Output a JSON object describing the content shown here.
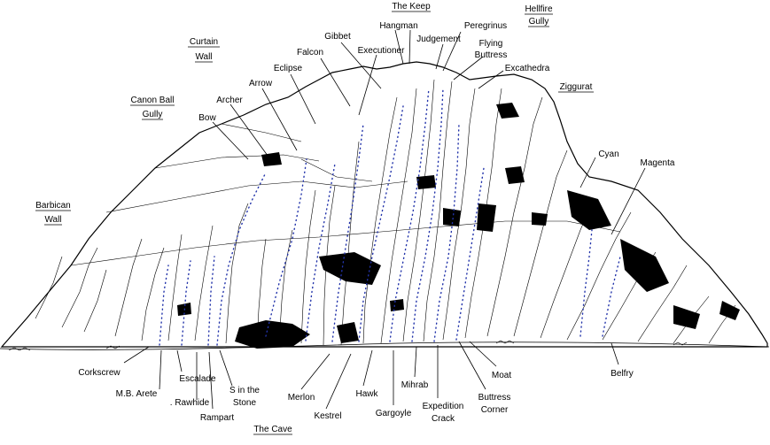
{
  "labels": {
    "the_keep": "The Keep",
    "hellfire_1": "Hellfire",
    "hellfire_2": "Gully",
    "curtain_1": "Curtain",
    "curtain_2": "Wall",
    "canon_1": "Canon Ball",
    "canon_2": "Gully",
    "ziggurat": "Ziggurat",
    "barbican_1": "Barbican",
    "barbican_2": "Wall",
    "the_cave": "The Cave",
    "hangman": "Hangman",
    "peregrinus": "Peregrinus",
    "gibbet": "Gibbet",
    "judgement": "Judgement",
    "flying_1": "Flying",
    "flying_2": "Buttress",
    "executioner": "Executioner",
    "falcon": "Falcon",
    "excathedra": "Excathedra",
    "eclipse": "Eclipse",
    "arrow": "Arrow",
    "archer": "Archer",
    "bow": "Bow",
    "cyan": "Cyan",
    "magenta": "Magenta",
    "corkscrew": "Corkscrew",
    "escalade": "Escalade",
    "mb_arete": "M.B. Arete",
    "rawhide": ". Rawhide",
    "rampart": "Rampart",
    "s_stone_1": "S in the",
    "s_stone_2": "Stone",
    "merlon": "Merlon",
    "kestrel": "Kestrel",
    "hawk": "Hawk",
    "gargoyle": "Gargoyle",
    "mihrab": "Mihrab",
    "expedition_1": "Expedition",
    "expedition_2": "Crack",
    "buttress_corner_1": "Buttress",
    "buttress_corner_2": "Corner",
    "moat": "Moat",
    "belfry": "Belfry"
  },
  "colors": {
    "ink": "#000000",
    "route_dots": "#2233aa",
    "background": "#ffffff"
  }
}
